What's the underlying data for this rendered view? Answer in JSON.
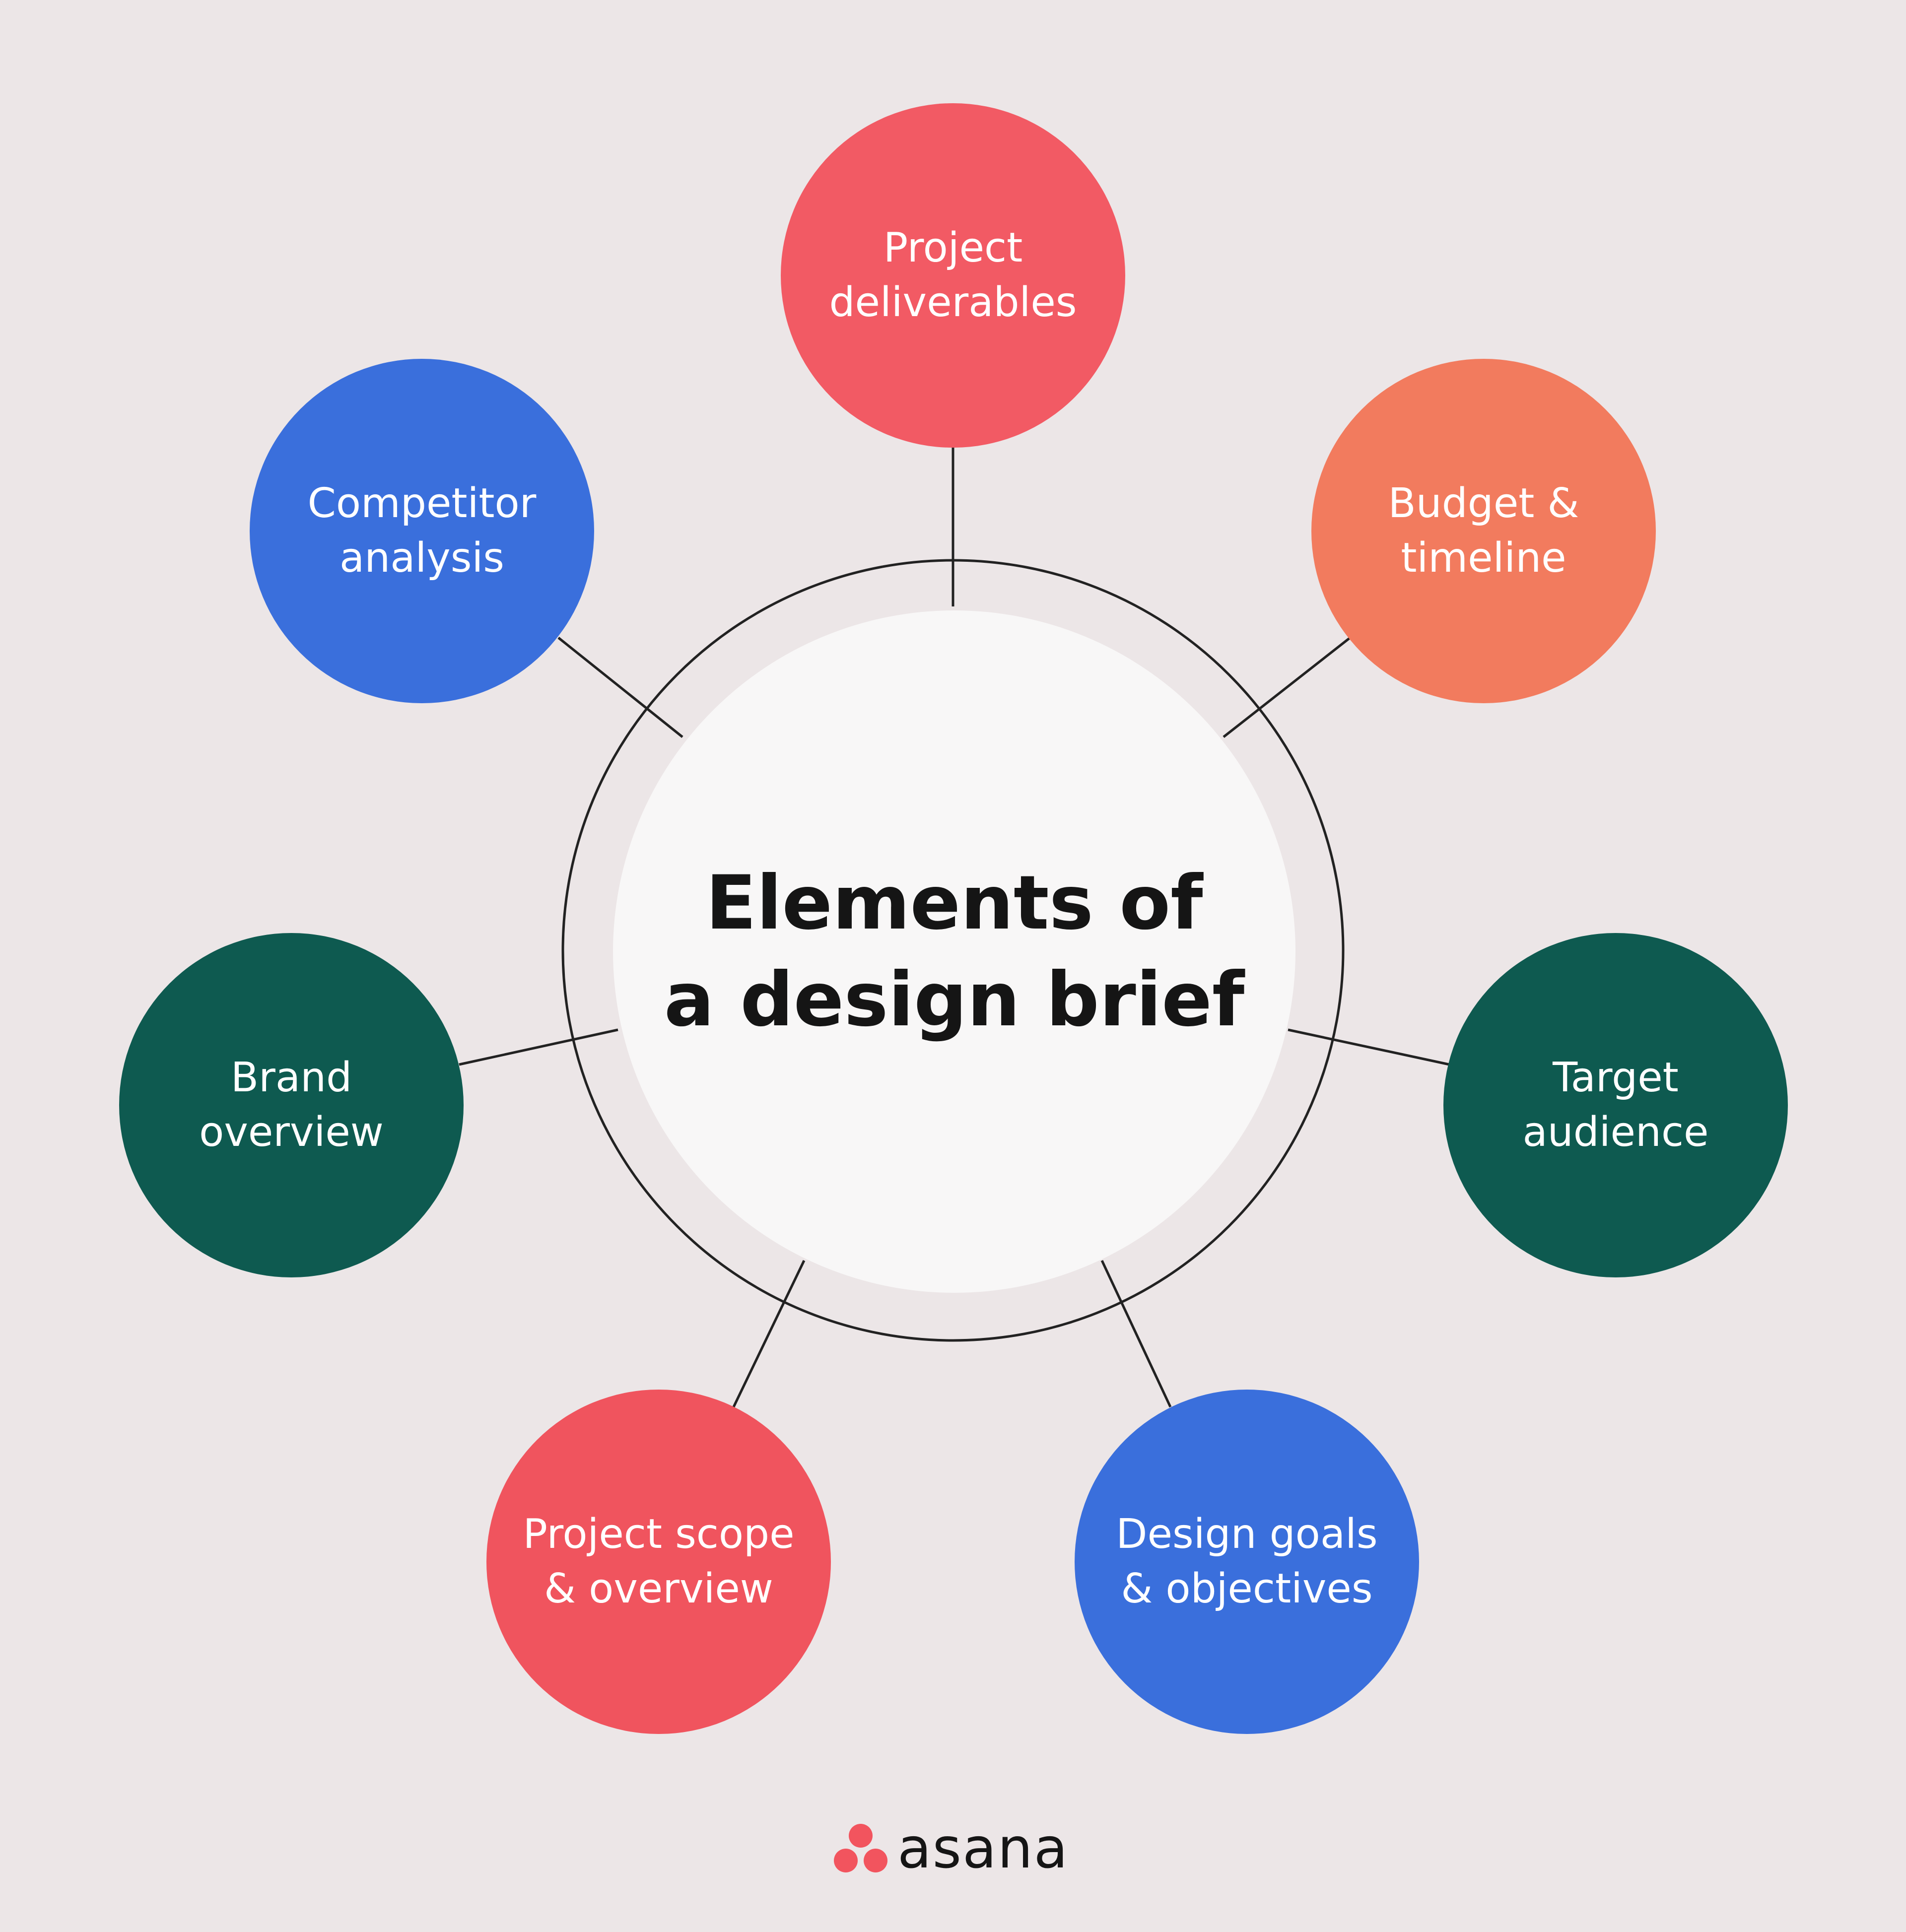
{
  "diagram": {
    "center_title": "Elements of\na design brief",
    "nodes": [
      {
        "label": "Project\ndeliverables",
        "color": "#f25a64"
      },
      {
        "label": "Budget &\ntimeline",
        "color": "#f27b5e"
      },
      {
        "label": "Target\naudience",
        "color": "#0e5a50"
      },
      {
        "label": "Design goals\n& objectives",
        "color": "#3a6fdc"
      },
      {
        "label": "Project scope\n& overview",
        "color": "#f0545e"
      },
      {
        "label": "Brand\noverview",
        "color": "#0e5a50"
      },
      {
        "label": "Competitor\nanalysis",
        "color": "#3a6fdc"
      }
    ],
    "ring_color": "#222222",
    "background_color": "#ece6e7"
  },
  "logo": {
    "wordmark": "asana",
    "dot_color": "#f2545e"
  }
}
